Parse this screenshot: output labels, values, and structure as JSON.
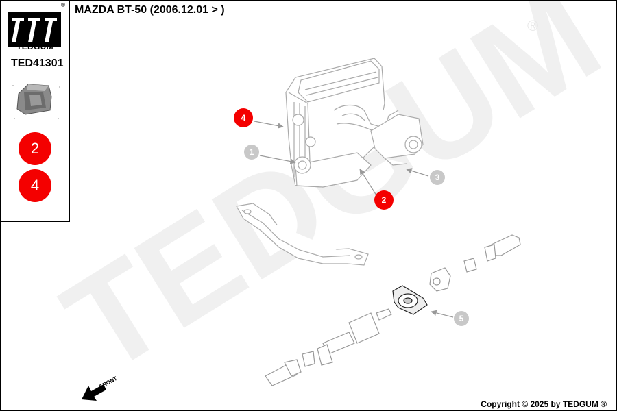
{
  "brand": {
    "name": "TEDGUM",
    "registered_mark": "®",
    "watermark_text": "TEDGUM",
    "logo_color": "#000000"
  },
  "sidebar": {
    "part_number": "TED41301",
    "badges": [
      {
        "label": "2",
        "color": "#f40000"
      },
      {
        "label": "4",
        "color": "#f40000"
      }
    ]
  },
  "header": {
    "title": "MAZDA BT-50 (2006.12.01 > )"
  },
  "diagram": {
    "callouts": [
      {
        "label": "4",
        "style": "active",
        "color": "#f40000"
      },
      {
        "label": "1",
        "style": "inactive",
        "color": "#c8c8c8"
      },
      {
        "label": "3",
        "style": "inactive",
        "color": "#c8c8c8"
      },
      {
        "label": "2",
        "style": "active",
        "color": "#f40000"
      },
      {
        "label": "5",
        "style": "inactive",
        "color": "#c8c8c8"
      }
    ],
    "front_label": "FRONT"
  },
  "footer": {
    "copyright": "Copyright © 2025 by TEDGUM ®"
  }
}
